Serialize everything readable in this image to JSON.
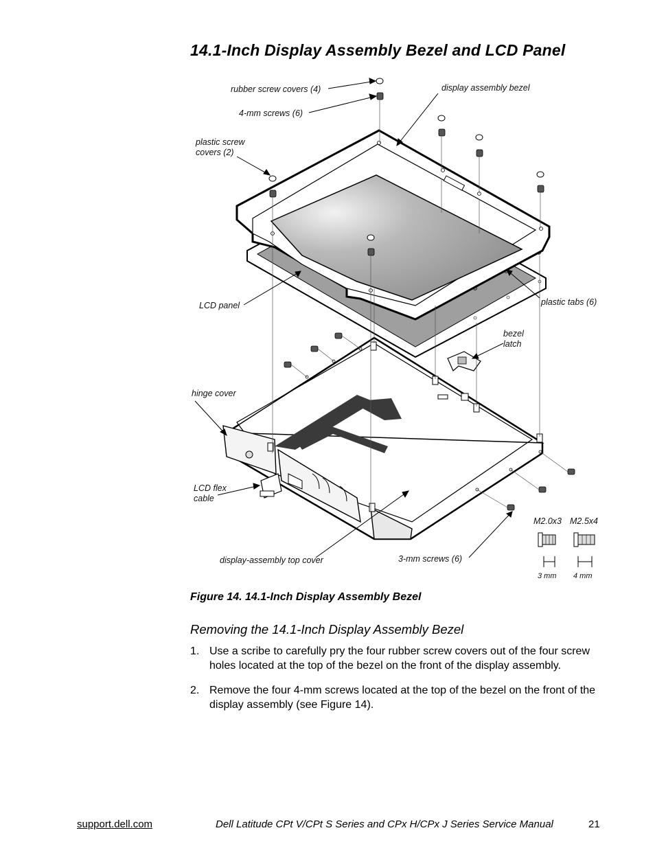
{
  "page_title": "14.1-Inch Display Assembly Bezel and LCD Panel",
  "figure": {
    "labels": {
      "rubber_screw_covers": "rubber screw covers (4)",
      "four_mm_screws": "4-mm screws (6)",
      "display_assembly_bezel": "display assembly bezel",
      "plastic_screw_covers_line1": "plastic screw",
      "plastic_screw_covers_line2": "covers (2)",
      "lcd_panel": "LCD panel",
      "plastic_tabs": "plastic tabs (6)",
      "bezel_latch_line1": "bezel",
      "bezel_latch_line2": "latch",
      "hinge_cover": "hinge cover",
      "lcd_flex_cable_line1": "LCD flex",
      "lcd_flex_cable_line2": "cable",
      "top_cover": "display-assembly top cover",
      "three_mm_screws": "3-mm screws (6)",
      "m20x3": "M2.0x3",
      "m25x4": "M2.5x4",
      "len_3mm": "3 mm",
      "len_4mm": "4 mm"
    }
  },
  "caption": "Figure 14.  14.1-Inch Display Assembly Bezel",
  "subheading": "Removing the 14.1-Inch Display Assembly Bezel",
  "steps": [
    {
      "num": "1.",
      "text": "Use a scribe to carefully pry the four rubber screw covers out of the four screw holes located at the top of the bezel on the front of the display assembly."
    },
    {
      "num": "2.",
      "text": "Remove the four 4-mm screws located at the top of the bezel on the front of the display assembly (see Figure 14)."
    }
  ],
  "footer": {
    "link": "support.dell.com",
    "title": "Dell Latitude CPt V/CPt S Series and CPx H/CPx J Series Service Manual",
    "page": "21"
  }
}
